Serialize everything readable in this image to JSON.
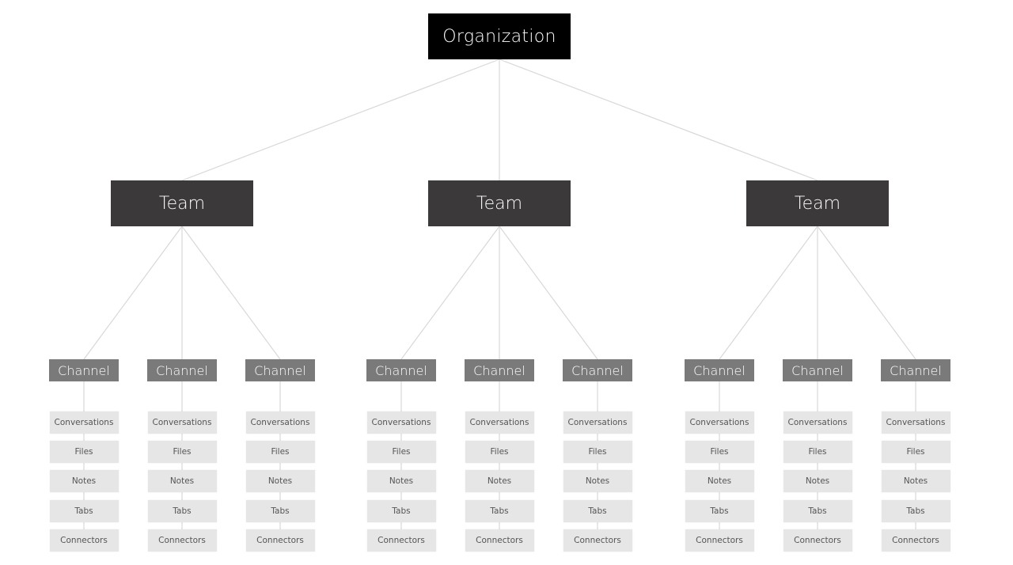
{
  "root": {
    "label": "Organization"
  },
  "teams": [
    {
      "label": "Team",
      "channels": [
        {
          "label": "Channel",
          "items": [
            "Conversations",
            "Files",
            "Notes",
            "Tabs",
            "Connectors"
          ]
        },
        {
          "label": "Channel",
          "items": [
            "Conversations",
            "Files",
            "Notes",
            "Tabs",
            "Connectors"
          ]
        },
        {
          "label": "Channel",
          "items": [
            "Conversations",
            "Files",
            "Notes",
            "Tabs",
            "Connectors"
          ]
        }
      ]
    },
    {
      "label": "Team",
      "channels": [
        {
          "label": "Channel",
          "items": [
            "Conversations",
            "Files",
            "Notes",
            "Tabs",
            "Connectors"
          ]
        },
        {
          "label": "Channel",
          "items": [
            "Conversations",
            "Files",
            "Notes",
            "Tabs",
            "Connectors"
          ]
        },
        {
          "label": "Channel",
          "items": [
            "Conversations",
            "Files",
            "Notes",
            "Tabs",
            "Connectors"
          ]
        }
      ]
    },
    {
      "label": "Team",
      "channels": [
        {
          "label": "Channel",
          "items": [
            "Conversations",
            "Files",
            "Notes",
            "Tabs",
            "Connectors"
          ]
        },
        {
          "label": "Channel",
          "items": [
            "Conversations",
            "Files",
            "Notes",
            "Tabs",
            "Connectors"
          ]
        },
        {
          "label": "Channel",
          "items": [
            "Conversations",
            "Files",
            "Notes",
            "Tabs",
            "Connectors"
          ]
        }
      ]
    }
  ],
  "colors": {
    "root_fill": "#000000",
    "team_fill": "#3b393a",
    "channel_fill": "#7a7a7a",
    "item_fill": "#e6e6e6",
    "item_text": "#555555",
    "line": "#d8d8d8"
  }
}
